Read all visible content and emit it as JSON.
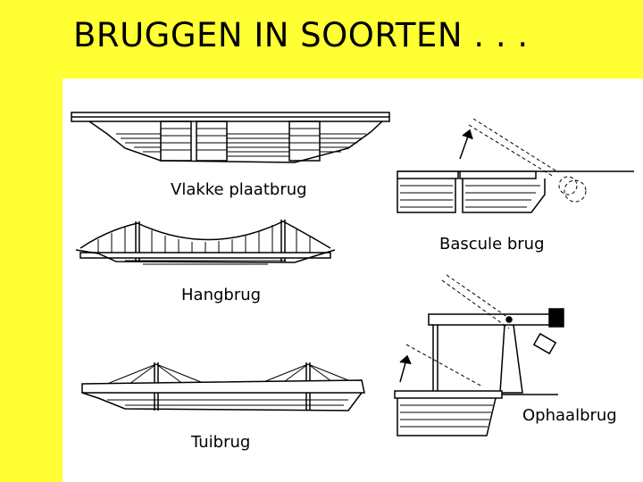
{
  "slide": {
    "title": "BRUGGEN IN SOORTEN . . .",
    "background_color": "#ffff33",
    "panel_color": "#ffffff"
  },
  "bridges": [
    {
      "label": "Vlakke plaatbrug"
    },
    {
      "label": "Bascule brug"
    },
    {
      "label": "Hangbrug"
    },
    {
      "label": "Ophaalbrug"
    },
    {
      "label": "Tuibrug"
    }
  ]
}
